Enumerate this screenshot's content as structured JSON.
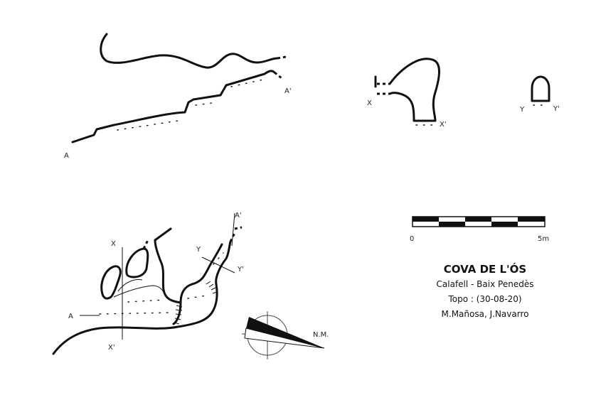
{
  "title": "COVA DE L'ÓS",
  "location": "Calafell - Baix Penedès",
  "topo": "Topo : (30-08-20)",
  "authors": "M.Mañosa, J.Navarro",
  "scale": {
    "start": "0",
    "end": "5m"
  },
  "north": "N.M.",
  "sections": {
    "long_a": "A",
    "long_a_prime": "A'",
    "cross_x": "X",
    "cross_x_prime": "X'",
    "cross_y": "Y",
    "cross_y_prime": "Y'"
  },
  "plan_labels": {
    "a": "A",
    "a_prime": "A'",
    "x": "X",
    "x_prime": "X'",
    "y": "Y",
    "y_prime": "Y'"
  }
}
